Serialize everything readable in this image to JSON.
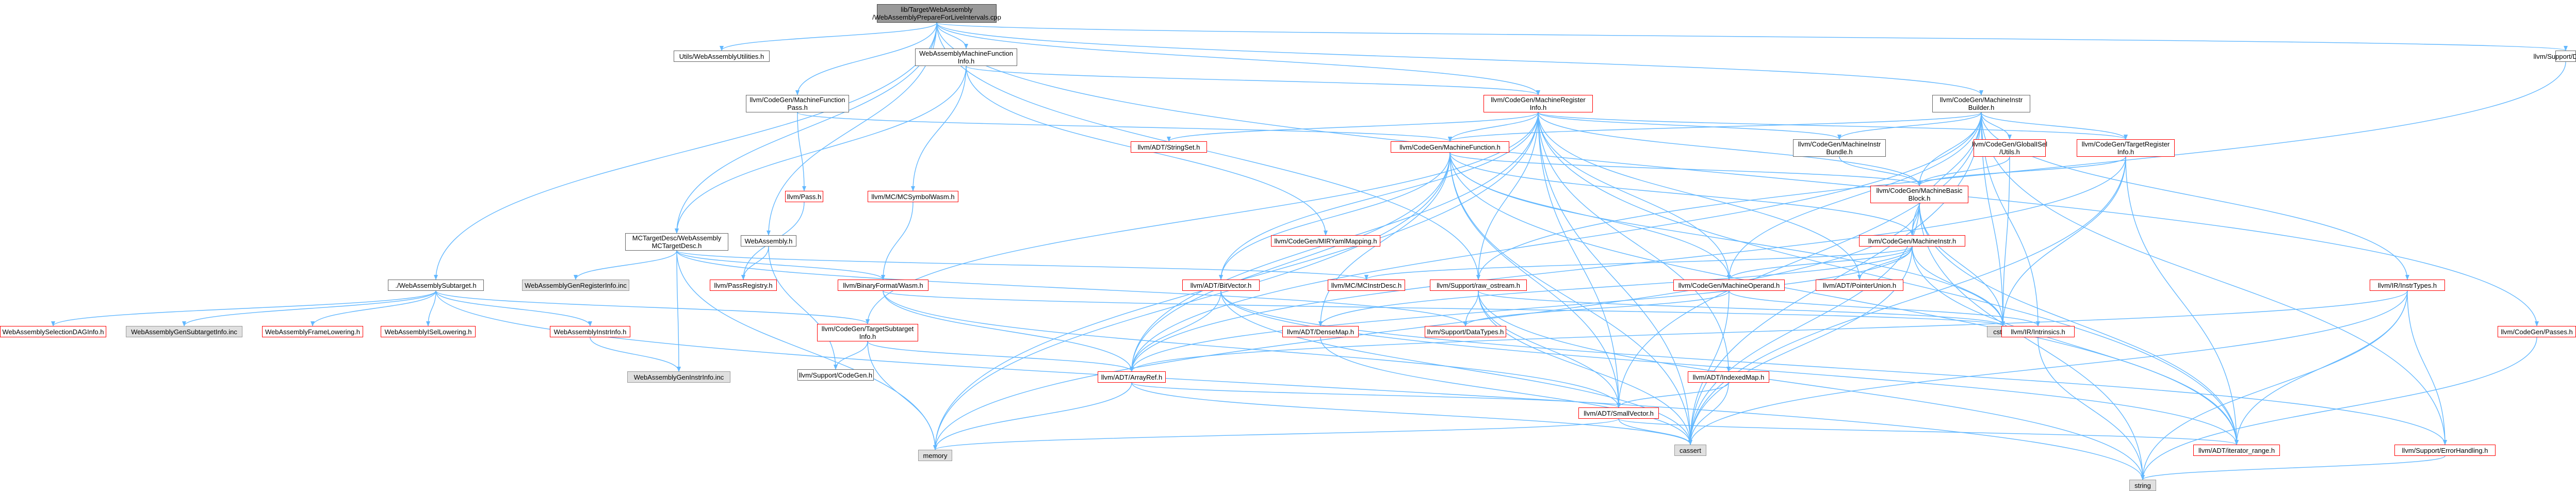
{
  "diagram": {
    "colors": {
      "edge": "#63b8ff",
      "box_normal": "#666666",
      "box_red": "#ff0000",
      "box_grey_fill": "#e0e0e0",
      "root_fill": "#999999"
    },
    "nodes": [
      {
        "id": "root",
        "lines": [
          "lib/Target/WebAssembly",
          "/WebAssemblyPrepareForLiveIntervals.cpp"
        ],
        "style": "root"
      },
      {
        "id": "utils",
        "lines": [
          "Utils/WebAssemblyUtilities.h"
        ],
        "style": "normal"
      },
      {
        "id": "wamfi",
        "lines": [
          "WebAssemblyMachineFunction",
          "Info.h"
        ],
        "style": "normal"
      },
      {
        "id": "mfpass",
        "lines": [
          "llvm/CodeGen/MachineFunction",
          "Pass.h"
        ],
        "style": "normal"
      },
      {
        "id": "mireg",
        "lines": [
          "llvm/CodeGen/MachineRegister",
          "Info.h"
        ],
        "style": "red"
      },
      {
        "id": "mib",
        "lines": [
          "llvm/CodeGen/MachineInstr",
          "Builder.h"
        ],
        "style": "normal"
      },
      {
        "id": "debug",
        "lines": [
          "llvm/Support/Debug.h"
        ],
        "style": "normal"
      },
      {
        "id": "adtstr",
        "lines": [
          "llvm/ADT/StringSet.h"
        ],
        "style": "red"
      },
      {
        "id": "mf",
        "lines": [
          "llvm/CodeGen/MachineFunction.h"
        ],
        "style": "red"
      },
      {
        "id": "mibundle",
        "lines": [
          "llvm/CodeGen/MachineInstr",
          "Bundle.h"
        ],
        "style": "normal"
      },
      {
        "id": "globalisel",
        "lines": [
          "llvm/CodeGen/GlobalISel",
          "/Utils.h"
        ],
        "style": "red"
      },
      {
        "id": "tri",
        "lines": [
          "llvm/CodeGen/TargetRegister",
          "Info.h"
        ],
        "style": "red"
      },
      {
        "id": "pass",
        "lines": [
          "llvm/Pass.h"
        ],
        "style": "red"
      },
      {
        "id": "mcsym",
        "lines": [
          "llvm/MC/MCSymbolWasm.h"
        ],
        "style": "red"
      },
      {
        "id": "mbb",
        "lines": [
          "llvm/CodeGen/MachineBasic",
          "Block.h"
        ],
        "style": "red"
      },
      {
        "id": "mcdesc",
        "lines": [
          "MCTargetDesc/WebAssembly",
          "MCTargetDesc.h"
        ],
        "style": "normal"
      },
      {
        "id": "wasmh",
        "lines": [
          "WebAssembly.h"
        ],
        "style": "normal"
      },
      {
        "id": "mirym",
        "lines": [
          "llvm/CodeGen/MIRYamlMapping.h"
        ],
        "style": "red"
      },
      {
        "id": "mi",
        "lines": [
          "llvm/CodeGen/MachineInstr.h"
        ],
        "style": "red"
      },
      {
        "id": "subtarget",
        "lines": [
          "./WebAssemblySubtarget.h"
        ],
        "style": "normal"
      },
      {
        "id": "genreg",
        "lines": [
          "WebAssemblyGenRegisterInfo.inc"
        ],
        "style": "grey"
      },
      {
        "id": "passreg",
        "lines": [
          "llvm/PassRegistry.h"
        ],
        "style": "red"
      },
      {
        "id": "binwasm",
        "lines": [
          "llvm/BinaryFormat/Wasm.h"
        ],
        "style": "red"
      },
      {
        "id": "bitvec",
        "lines": [
          "llvm/ADT/BitVector.h"
        ],
        "style": "red"
      },
      {
        "id": "mcinstrdesc",
        "lines": [
          "llvm/MC/MCInstrDesc.h"
        ],
        "style": "red"
      },
      {
        "id": "rawostream",
        "lines": [
          "llvm/Support/raw_ostream.h"
        ],
        "style": "red"
      },
      {
        "id": "mop",
        "lines": [
          "llvm/CodeGen/MachineOperand.h"
        ],
        "style": "red"
      },
      {
        "id": "ptrunion",
        "lines": [
          "llvm/ADT/PointerUnion.h"
        ],
        "style": "red"
      },
      {
        "id": "cstdint",
        "lines": [
          "cstdint"
        ],
        "style": "grey"
      },
      {
        "id": "irtypes",
        "lines": [
          "llvm/IR/InstrTypes.h"
        ],
        "style": "red"
      },
      {
        "id": "intrinsics",
        "lines": [
          "llvm/IR/Intrinsics.h"
        ],
        "style": "red"
      },
      {
        "id": "cgpasses",
        "lines": [
          "llvm/CodeGen/Passes.h"
        ],
        "style": "red"
      },
      {
        "id": "seldag",
        "lines": [
          "WebAssemblySelectionDAGInfo.h"
        ],
        "style": "red"
      },
      {
        "id": "gensub",
        "lines": [
          "WebAssemblyGenSubtargetInfo.inc"
        ],
        "style": "grey"
      },
      {
        "id": "framelow",
        "lines": [
          "WebAssemblyFrameLowering.h"
        ],
        "style": "red"
      },
      {
        "id": "isellow",
        "lines": [
          "WebAssemblyISelLowering.h"
        ],
        "style": "red"
      },
      {
        "id": "instrinfo",
        "lines": [
          "WebAssemblyInstrInfo.h"
        ],
        "style": "red"
      },
      {
        "id": "tsi",
        "lines": [
          "llvm/CodeGen/TargetSubtarget",
          "Info.h"
        ],
        "style": "red"
      },
      {
        "id": "densemap",
        "lines": [
          "llvm/ADT/DenseMap.h"
        ],
        "style": "red"
      },
      {
        "id": "datatypes",
        "lines": [
          "llvm/Support/DataTypes.h"
        ],
        "style": "red"
      },
      {
        "id": "geninstr",
        "lines": [
          "WebAssemblyGenInstrInfo.inc"
        ],
        "style": "grey"
      },
      {
        "id": "supcodegen",
        "lines": [
          "llvm/Support/CodeGen.h"
        ],
        "style": "normal"
      },
      {
        "id": "arrayref",
        "lines": [
          "llvm/ADT/ArrayRef.h"
        ],
        "style": "red"
      },
      {
        "id": "indexedmap",
        "lines": [
          "llvm/ADT/IndexedMap.h"
        ],
        "style": "red"
      },
      {
        "id": "smallvec",
        "lines": [
          "llvm/ADT/SmallVector.h"
        ],
        "style": "red"
      },
      {
        "id": "memory",
        "lines": [
          "memory"
        ],
        "style": "grey"
      },
      {
        "id": "cassert",
        "lines": [
          "cassert"
        ],
        "style": "grey"
      },
      {
        "id": "iterrange",
        "lines": [
          "llvm/ADT/iterator_range.h"
        ],
        "style": "red"
      },
      {
        "id": "errhand",
        "lines": [
          "llvm/Support/ErrorHandling.h"
        ],
        "style": "red"
      },
      {
        "id": "string",
        "lines": [
          "string"
        ],
        "style": "grey"
      }
    ],
    "edges": [
      [
        "root",
        "utils"
      ],
      [
        "root",
        "wamfi"
      ],
      [
        "root",
        "mfpass"
      ],
      [
        "root",
        "mireg"
      ],
      [
        "root",
        "mib"
      ],
      [
        "root",
        "debug"
      ],
      [
        "root",
        "mcdesc"
      ],
      [
        "root",
        "wasmh"
      ],
      [
        "root",
        "subtarget"
      ],
      [
        "root",
        "cgpasses"
      ],
      [
        "root",
        "rawostream"
      ],
      [
        "wamfi",
        "mireg"
      ],
      [
        "wamfi",
        "mcsym"
      ],
      [
        "wamfi",
        "mcdesc"
      ],
      [
        "wamfi",
        "mirym"
      ],
      [
        "mfpass",
        "mf"
      ],
      [
        "mfpass",
        "pass"
      ],
      [
        "mireg",
        "adtstr"
      ],
      [
        "mireg",
        "mf"
      ],
      [
        "mireg",
        "mibundle"
      ],
      [
        "mireg",
        "mbb"
      ],
      [
        "mireg",
        "tri"
      ],
      [
        "mireg",
        "bitvec"
      ],
      [
        "mireg",
        "tsi"
      ],
      [
        "mireg",
        "mop"
      ],
      [
        "mireg",
        "ptrunion"
      ],
      [
        "mireg",
        "indexedmap"
      ],
      [
        "mireg",
        "arrayref"
      ],
      [
        "mireg",
        "smallvec"
      ],
      [
        "mireg",
        "iterrange"
      ],
      [
        "mireg",
        "memory"
      ],
      [
        "mireg",
        "cassert"
      ],
      [
        "mireg",
        "rawostream"
      ],
      [
        "mib",
        "mf"
      ],
      [
        "mib",
        "mibundle"
      ],
      [
        "mib",
        "globalisel"
      ],
      [
        "mib",
        "tri"
      ],
      [
        "mib",
        "mbb"
      ],
      [
        "mib",
        "mi"
      ],
      [
        "mib",
        "mop"
      ],
      [
        "mib",
        "irtypes"
      ],
      [
        "mib",
        "intrinsics"
      ],
      [
        "mib",
        "errhand"
      ],
      [
        "mib",
        "cstdint"
      ],
      [
        "mib",
        "cassert"
      ],
      [
        "mib",
        "smallvec"
      ],
      [
        "mib",
        "arrayref"
      ],
      [
        "mf",
        "mbb"
      ],
      [
        "mf",
        "mi"
      ],
      [
        "mf",
        "bitvec"
      ],
      [
        "mf",
        "densemap"
      ],
      [
        "mf",
        "arrayref"
      ],
      [
        "mf",
        "smallvec"
      ],
      [
        "mf",
        "memory"
      ],
      [
        "mf",
        "cassert"
      ],
      [
        "mf",
        "cstdint"
      ],
      [
        "mf",
        "mop"
      ],
      [
        "mf",
        "iterrange"
      ],
      [
        "mibundle",
        "mbb"
      ],
      [
        "globalisel",
        "mbb"
      ],
      [
        "globalisel",
        "cstdint"
      ],
      [
        "tri",
        "mbb"
      ],
      [
        "tri",
        "arrayref"
      ],
      [
        "tri",
        "cstdint"
      ],
      [
        "tri",
        "cassert"
      ],
      [
        "tri",
        "iterrange"
      ],
      [
        "pass",
        "passreg"
      ],
      [
        "mcsym",
        "binwasm"
      ],
      [
        "mbb",
        "mi"
      ],
      [
        "mbb",
        "cstdint"
      ],
      [
        "mbb",
        "cassert"
      ],
      [
        "mbb",
        "iterrange"
      ],
      [
        "mbb",
        "memory"
      ],
      [
        "mbb",
        "string"
      ],
      [
        "mcdesc",
        "genreg"
      ],
      [
        "mcdesc",
        "binwasm"
      ],
      [
        "mcdesc",
        "mcinstrdesc"
      ],
      [
        "mcdesc",
        "geninstr"
      ],
      [
        "mcdesc",
        "datatypes"
      ],
      [
        "mcdesc",
        "memory"
      ],
      [
        "wasmh",
        "passreg"
      ],
      [
        "wasmh",
        "supcodegen"
      ],
      [
        "mi",
        "mop"
      ],
      [
        "mi",
        "ptrunion"
      ],
      [
        "mi",
        "densemap"
      ],
      [
        "mi",
        "arrayref"
      ],
      [
        "mi",
        "cstdint"
      ],
      [
        "mi",
        "iterrange"
      ],
      [
        "mi",
        "cassert"
      ],
      [
        "mi",
        "mcinstrdesc"
      ],
      [
        "subtarget",
        "seldag"
      ],
      [
        "subtarget",
        "gensub"
      ],
      [
        "subtarget",
        "framelow"
      ],
      [
        "subtarget",
        "isellow"
      ],
      [
        "subtarget",
        "instrinfo"
      ],
      [
        "subtarget",
        "tsi"
      ],
      [
        "subtarget",
        "string"
      ],
      [
        "binwasm",
        "arrayref"
      ],
      [
        "binwasm",
        "cstdint"
      ],
      [
        "binwasm",
        "smallvec"
      ],
      [
        "bitvec",
        "arrayref"
      ],
      [
        "bitvec",
        "cassert"
      ],
      [
        "bitvec",
        "iterrange"
      ],
      [
        "bitvec",
        "errhand"
      ],
      [
        "rawostream",
        "datatypes"
      ],
      [
        "rawostream",
        "cassert"
      ],
      [
        "rawostream",
        "cstdint"
      ],
      [
        "rawostream",
        "string"
      ],
      [
        "rawostream",
        "smallvec"
      ],
      [
        "mop",
        "cassert"
      ],
      [
        "mop",
        "datatypes"
      ],
      [
        "mop",
        "intrinsics"
      ],
      [
        "irtypes",
        "arrayref"
      ],
      [
        "irtypes",
        "cassert"
      ],
      [
        "irtypes",
        "errhand"
      ],
      [
        "irtypes",
        "iterrange"
      ],
      [
        "irtypes",
        "string"
      ],
      [
        "intrinsics",
        "string"
      ],
      [
        "cgpasses",
        "string"
      ],
      [
        "instrinfo",
        "geninstr"
      ],
      [
        "tsi",
        "supcodegen"
      ],
      [
        "tsi",
        "memory"
      ],
      [
        "tsi",
        "arrayref"
      ],
      [
        "densemap",
        "cassert"
      ],
      [
        "arrayref",
        "smallvec"
      ],
      [
        "arrayref",
        "cassert"
      ],
      [
        "arrayref",
        "memory"
      ],
      [
        "indexedmap",
        "smallvec"
      ],
      [
        "indexedmap",
        "cassert"
      ],
      [
        "smallvec",
        "cassert"
      ],
      [
        "smallvec",
        "memory"
      ],
      [
        "smallvec",
        "iterrange"
      ],
      [
        "debug",
        "rawostream"
      ],
      [
        "errhand",
        "string"
      ]
    ]
  }
}
